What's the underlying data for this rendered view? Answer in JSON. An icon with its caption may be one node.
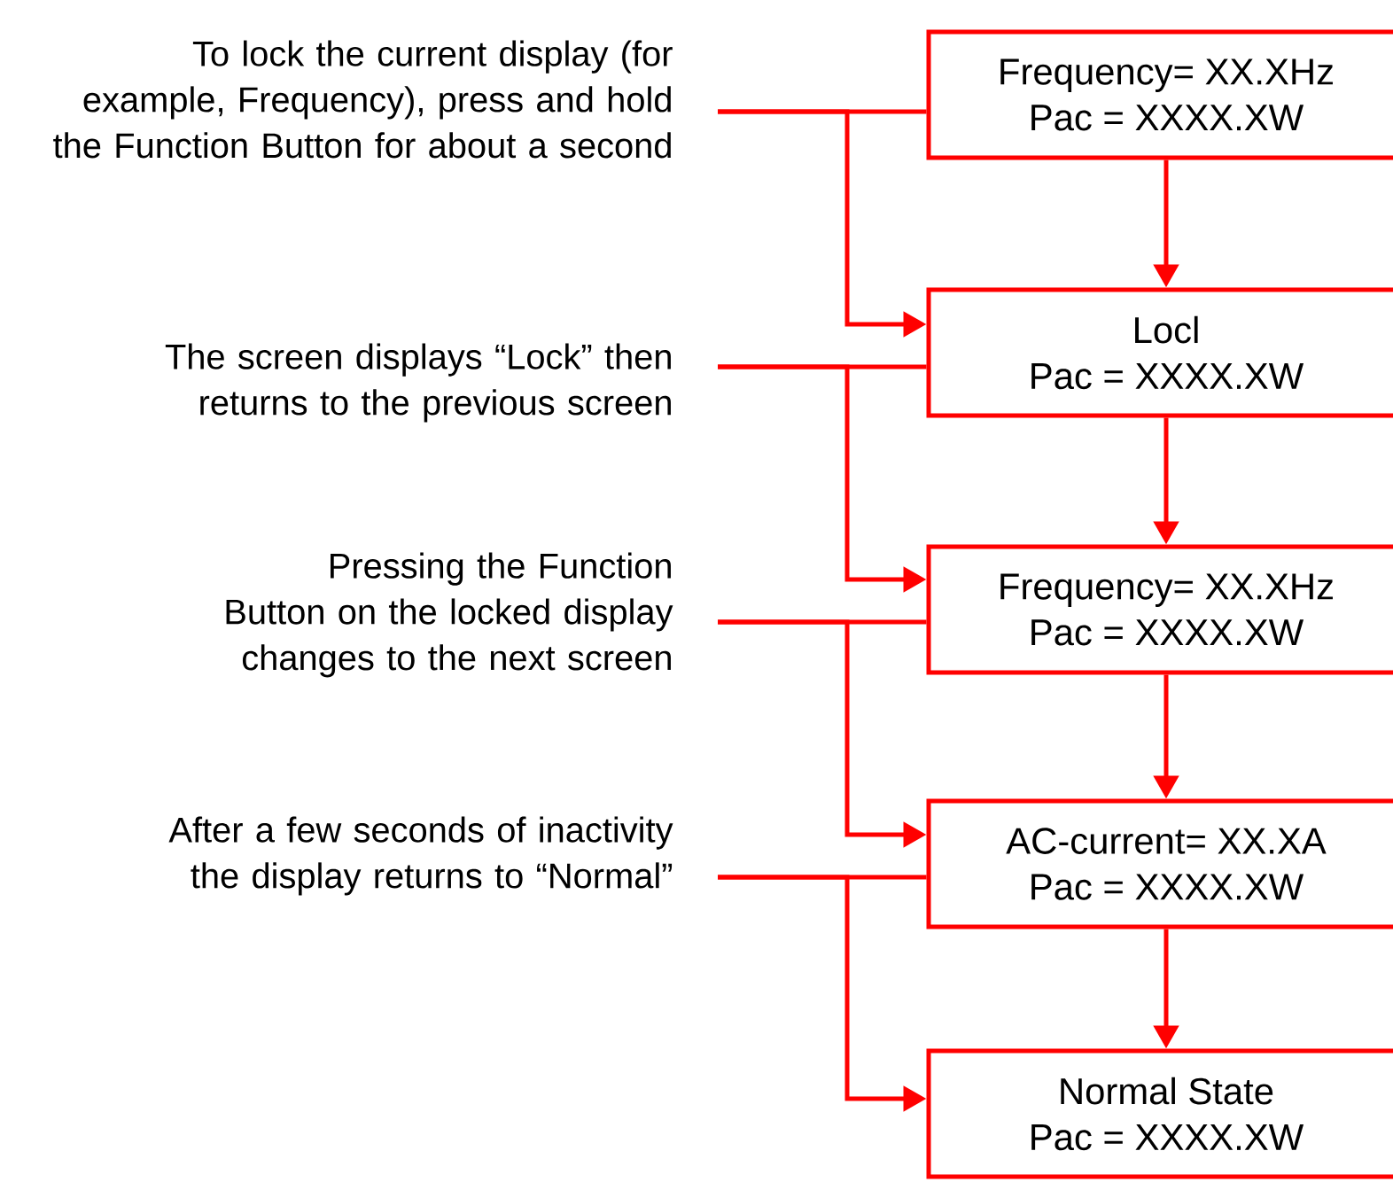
{
  "diagram": {
    "nodes": [
      {
        "text": [
          "To lock the current display (for example, Frequency), press and hold the Function Button for about a second"
        ]
      },
      {
        "text": [
          "The screen displays “Lock” then returns to the previous screen"
        ]
      },
      {
        "text": [
          "Pressing the Function Button on the locked display changes to the next screen"
        ]
      },
      {
        "text": [
          "After a few seconds of inactivity the display returns to “Normal”"
        ]
      },
      {
        "text": [
          "Frequency= XX.XHz",
          "Pac = XXXX.XW"
        ]
      },
      {
        "text": [
          "Locl",
          "Pac = XXXX.XW"
        ]
      },
      {
        "text": [
          "Frequency= XX.XHz",
          "Pac = XXXX.XW"
        ]
      },
      {
        "text": [
          "AC-current= XX.XA",
          "Pac = XXXX.XW"
        ]
      },
      {
        "text": [
          "Normal State",
          "Pac = XXXX.XW"
        ]
      }
    ],
    "edges": [
      {
        "from": 0,
        "to": 4,
        "arrow": "none"
      },
      {
        "from": 0,
        "to": 5,
        "arrow": "to"
      },
      {
        "from": 1,
        "to": 5,
        "arrow": "none"
      },
      {
        "from": 1,
        "to": 6,
        "arrow": "to"
      },
      {
        "from": 2,
        "to": 6,
        "arrow": "none"
      },
      {
        "from": 2,
        "to": 7,
        "arrow": "to"
      },
      {
        "from": 3,
        "to": 7,
        "arrow": "none"
      },
      {
        "from": 3,
        "to": 8,
        "arrow": "to"
      },
      {
        "from": 4,
        "to": 5,
        "arrow": "to"
      },
      {
        "from": 5,
        "to": 6,
        "arrow": "to"
      },
      {
        "from": 6,
        "to": 7,
        "arrow": "to"
      },
      {
        "from": 7,
        "to": 8,
        "arrow": "to"
      }
    ]
  }
}
